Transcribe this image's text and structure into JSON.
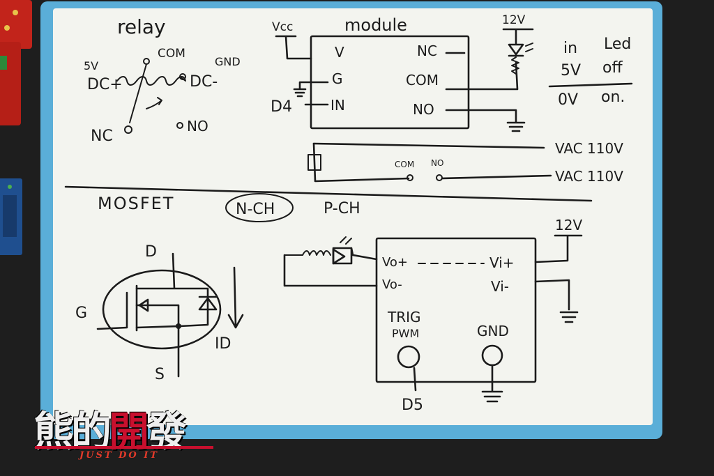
{
  "whiteboard": {
    "relay_section": {
      "title": "relay",
      "terminals": {
        "com": "COM",
        "v5": "5V",
        "gnd": "GND",
        "dc_plus": "DC+",
        "dc_minus": "DC-",
        "nc": "NC",
        "no": "NO"
      }
    },
    "module_section": {
      "title": "module",
      "vcc": "Vcc",
      "v12": "12V",
      "left_pins": [
        "V",
        "G",
        "IN"
      ],
      "right_pins": [
        "NC",
        "COM",
        "NO"
      ],
      "d4": "D4",
      "truth_table": {
        "headers": [
          "in",
          "Led"
        ],
        "rows": [
          [
            "5V",
            "off"
          ],
          [
            "0V",
            "on."
          ]
        ]
      }
    },
    "ac_section": {
      "com": "COM",
      "no": "NO",
      "vac_top": "VAC 110V",
      "vac_bottom": "VAC 110V"
    },
    "mosfet_section": {
      "title": "MOSFET",
      "nch": "N-CH",
      "pch": "P-CH",
      "d": "D",
      "g": "G",
      "s": "S",
      "id": "ID"
    },
    "pwm_module": {
      "v12": "12V",
      "vo_plus": "Vo+",
      "vo_minus": "Vo-",
      "vi_plus": "Vi+",
      "vi_minus": "Vi-",
      "trig": "TRIG",
      "pwm": "PWM",
      "gnd": "GND",
      "d5": "D5"
    }
  },
  "logo": {
    "name_a": "熊的",
    "name_b": "開",
    "name_c": "發",
    "slogan": "JUST DO IT"
  },
  "colors": {
    "board": "#f3f4ef",
    "frame": "#5aaed8",
    "ink": "#1b1b1b",
    "logo_red": "#c8102e"
  }
}
